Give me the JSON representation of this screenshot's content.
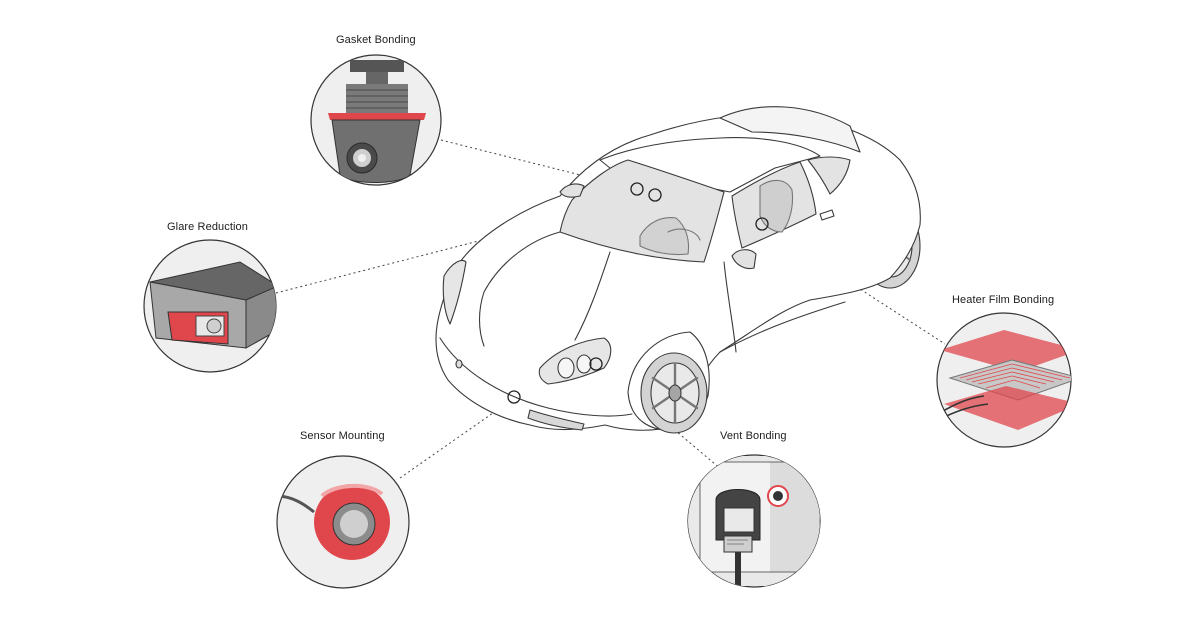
{
  "callouts": {
    "gasket": {
      "label": "Gasket Bonding"
    },
    "glare": {
      "label": "Glare Reduction"
    },
    "sensor": {
      "label": "Sensor Mounting"
    },
    "vent": {
      "label": "Vent Bonding"
    },
    "heater": {
      "label": "Heater Film Bonding"
    }
  },
  "colors": {
    "accent_red": "#e0474c",
    "outline": "#3a3a3a",
    "glass_gray": "#e3e3e3",
    "circle_fill": "#efefef",
    "dark_part": "#555555"
  },
  "icons": {
    "gasket": "camera-gasket-illustration",
    "glare": "camera-housing-illustration",
    "sensor": "parking-sensor-illustration",
    "vent": "vent-connector-illustration",
    "heater": "heater-film-layers-illustration"
  }
}
